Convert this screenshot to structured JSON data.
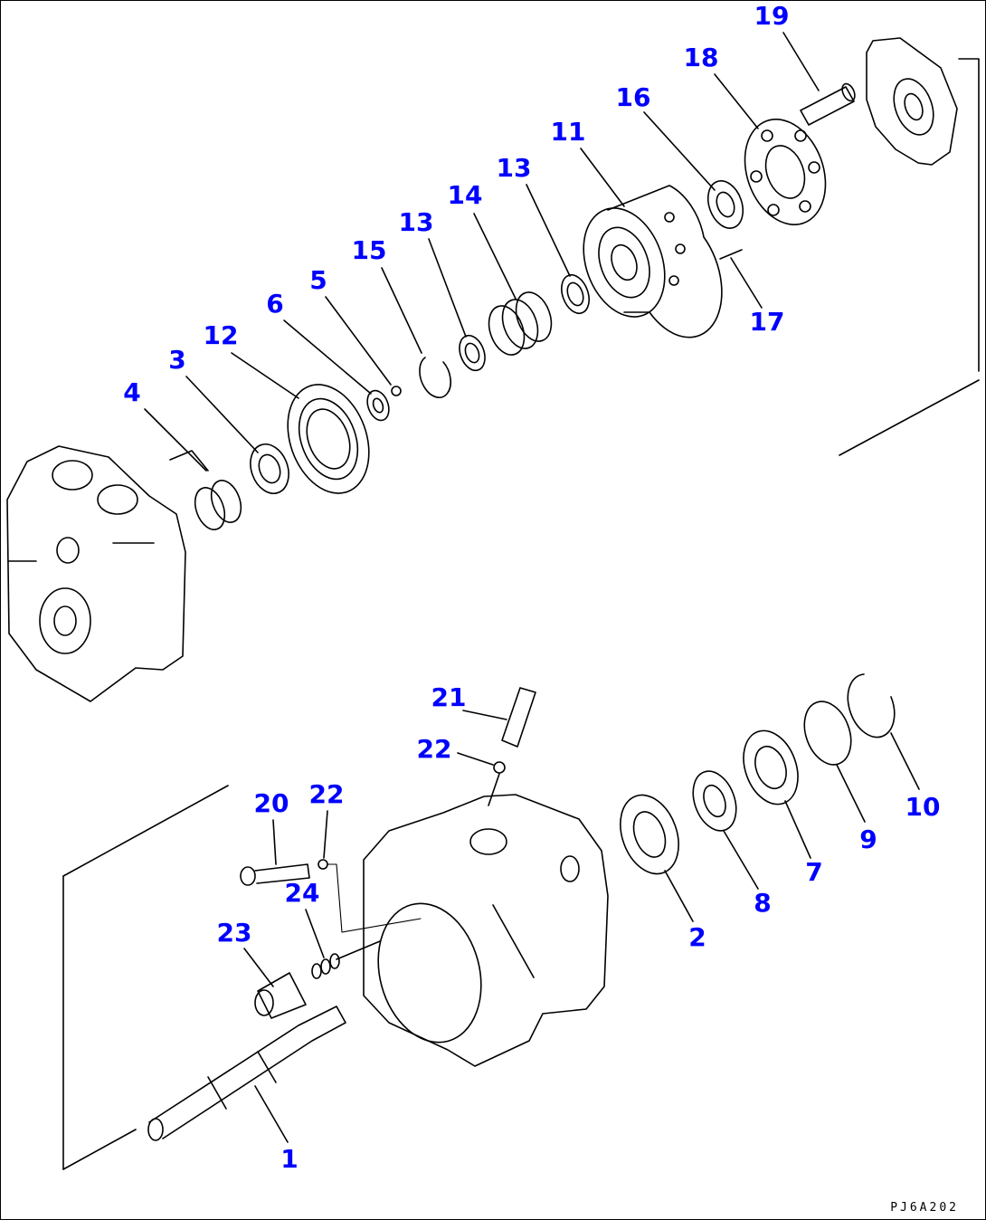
{
  "drawing_code": "PJ6A202",
  "label_color": "#0000ff",
  "callouts": [
    "19",
    "18",
    "16",
    "11",
    "13",
    "14",
    "13",
    "15",
    "5",
    "6",
    "12",
    "3",
    "4",
    "17",
    "21",
    "22",
    "20",
    "22",
    "24",
    "23",
    "1",
    "2",
    "8",
    "7",
    "9",
    "10"
  ]
}
